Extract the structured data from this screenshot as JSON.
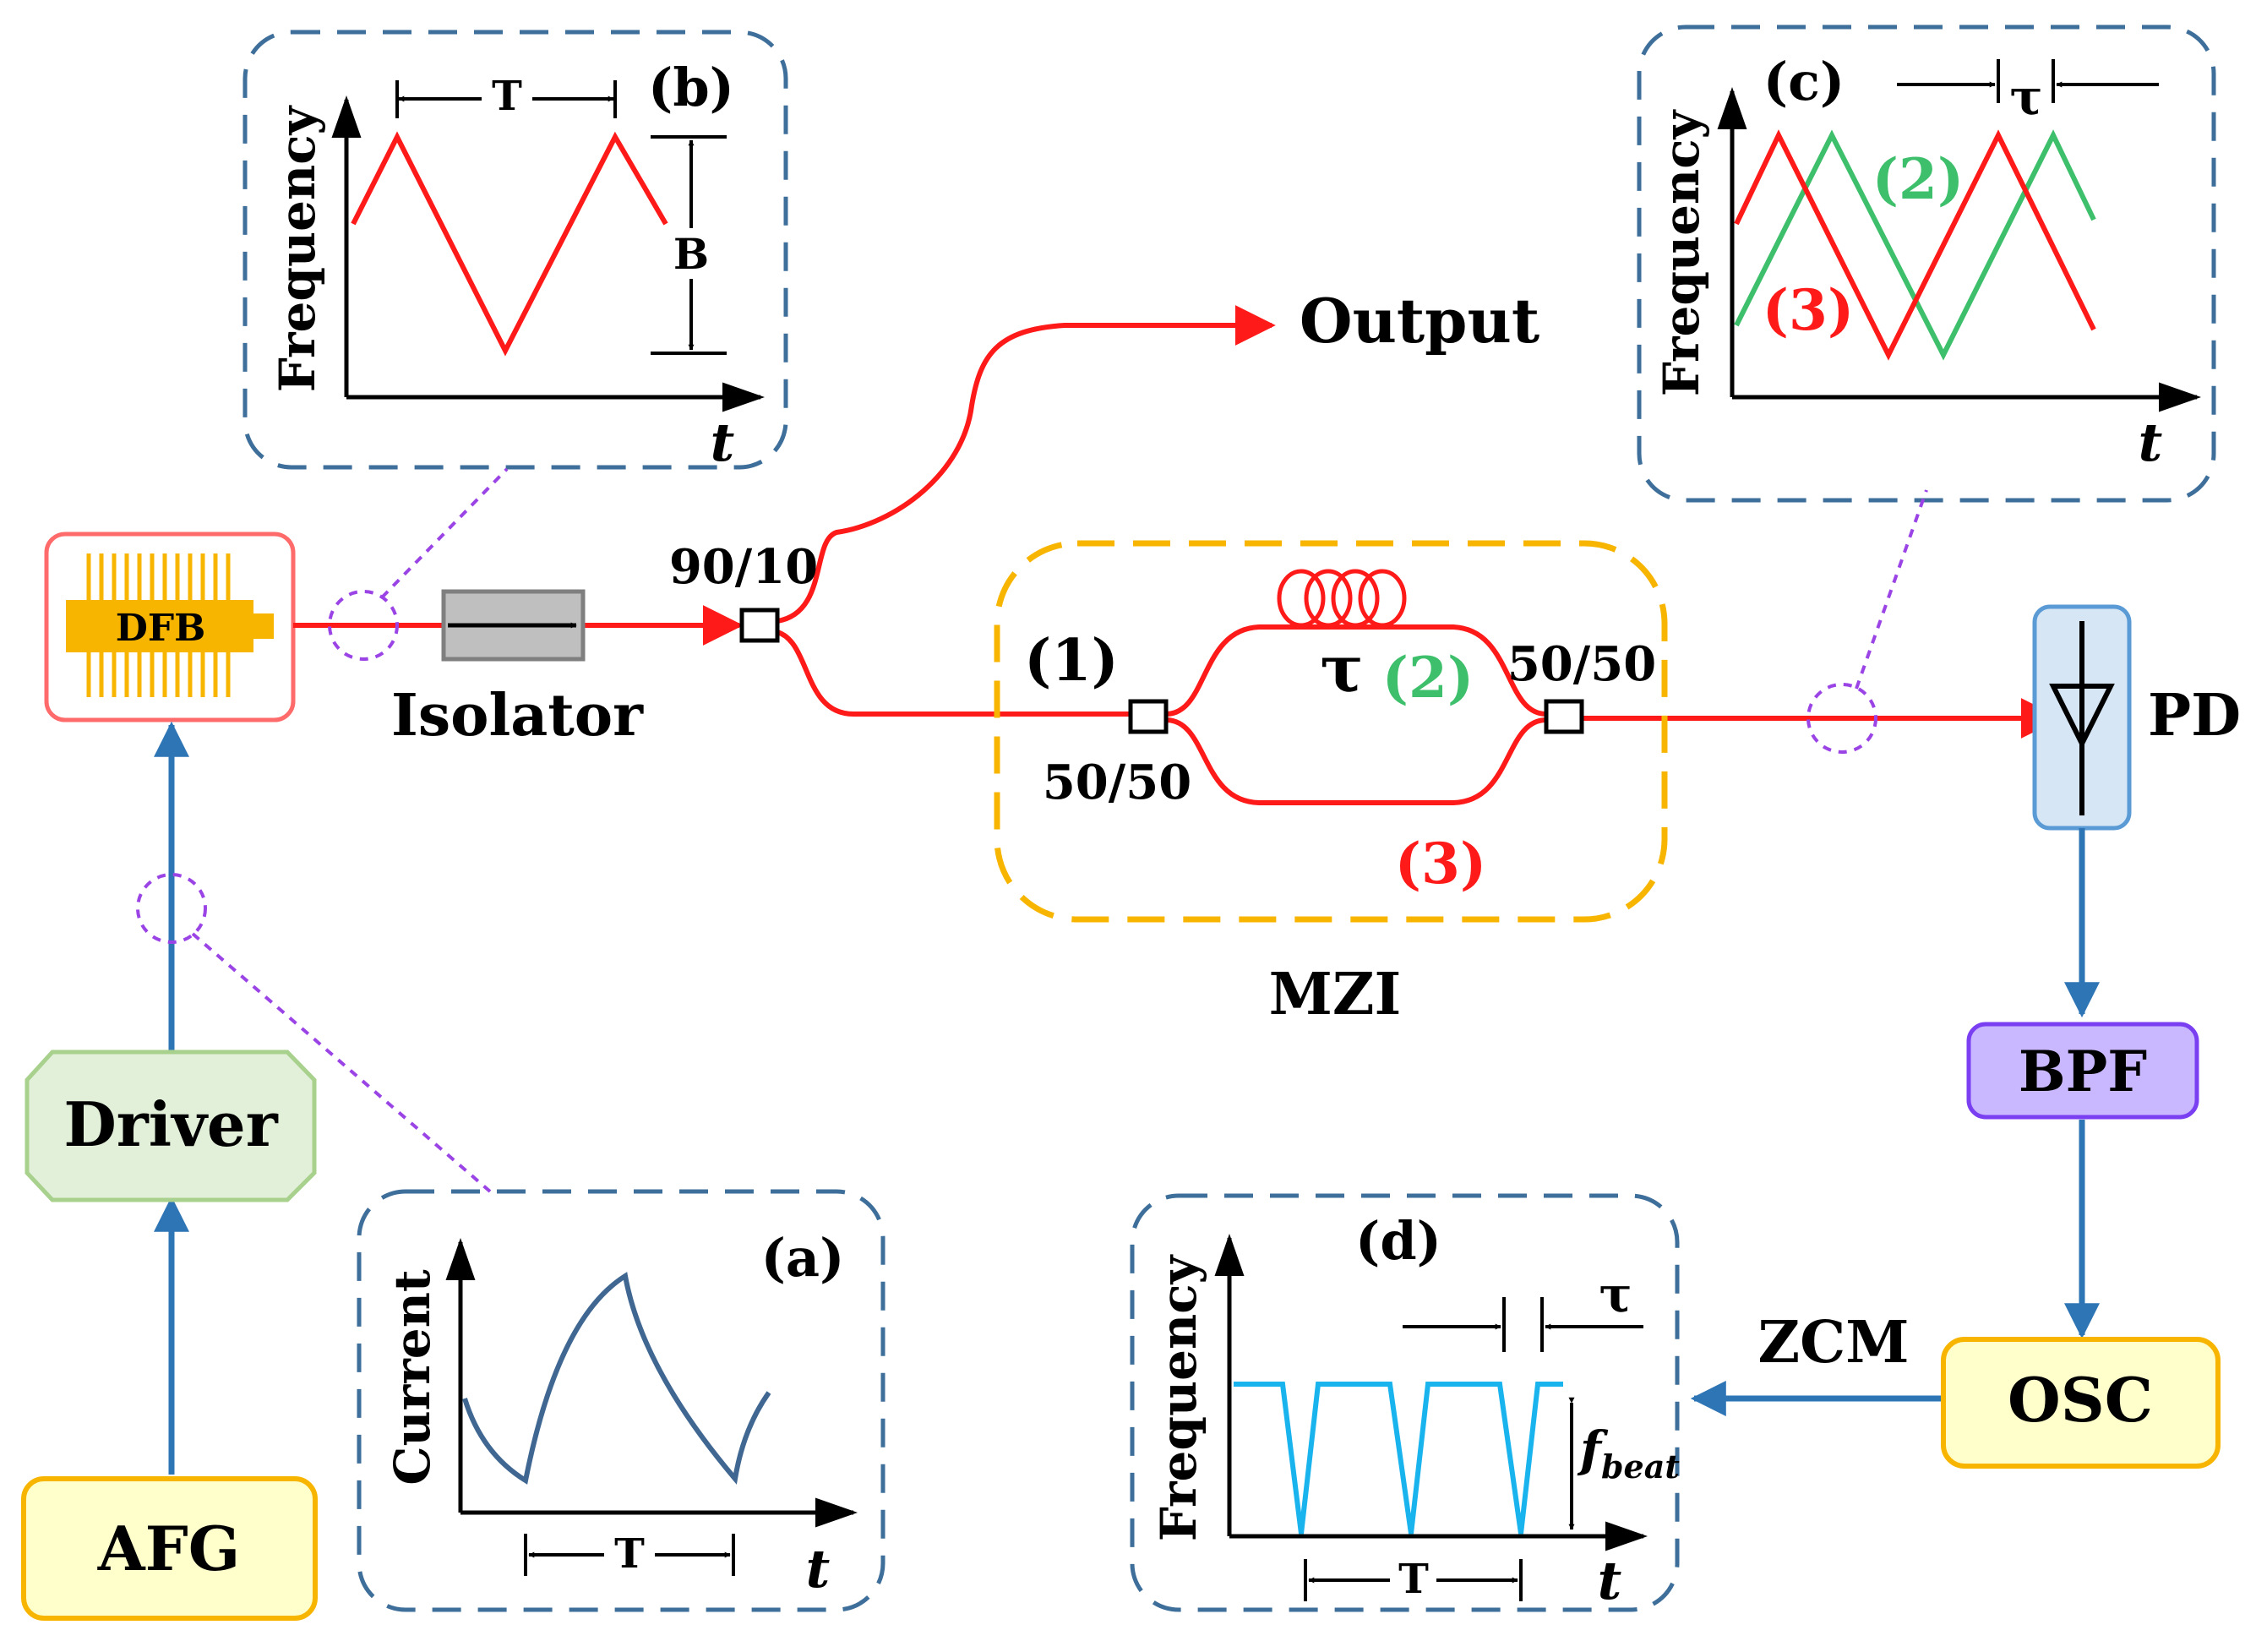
{
  "blocks": {
    "dfb": "DFB",
    "isolator": "Isolator",
    "coupler_90_10": "90/10",
    "output": "Output",
    "mzi": "MZI",
    "coupler_in": "50/50",
    "coupler_out": "50/50",
    "delay": "τ",
    "arm_in": "(1)",
    "arm_delay": "(2)",
    "arm_short": "(3)",
    "pd": "PD",
    "bpf": "BPF",
    "osc": "OSC",
    "zcm": "ZCM",
    "driver": "Driver",
    "afg": "AFG"
  },
  "panels": {
    "a": {
      "tag": "(a)",
      "ylabel": "Current",
      "xlabel": "t",
      "period": "T"
    },
    "b": {
      "tag": "(b)",
      "ylabel": "Frequency",
      "xlabel": "t",
      "period": "T",
      "bandwidth": "B"
    },
    "c": {
      "tag": "(c)",
      "ylabel": "Frequency",
      "xlabel": "t",
      "delay": "τ",
      "series_delayed": "(2)",
      "series_direct": "(3)"
    },
    "d": {
      "tag": "(d)",
      "ylabel": "Frequency",
      "xlabel": "t",
      "period": "T",
      "delay": "τ",
      "beat_main": "f",
      "beat_sub": "beat"
    }
  },
  "colors": {
    "fiber": "#ff1a1a",
    "electrical": "#2e75b6",
    "panel_border": "#3e6e9a",
    "mzi_border": "#f7b500",
    "probe": "#9b44e6",
    "series_green": "#3dbf6b",
    "beat_trace": "#19b4ee",
    "current_trace": "#3f6791",
    "driver_fill": "#e2f0d9",
    "afg_fill": "#ffffcc",
    "osc_fill": "#ffffcc",
    "bpf_fill": "#c9b8ff",
    "pd_fill": "#d6e6f5"
  }
}
